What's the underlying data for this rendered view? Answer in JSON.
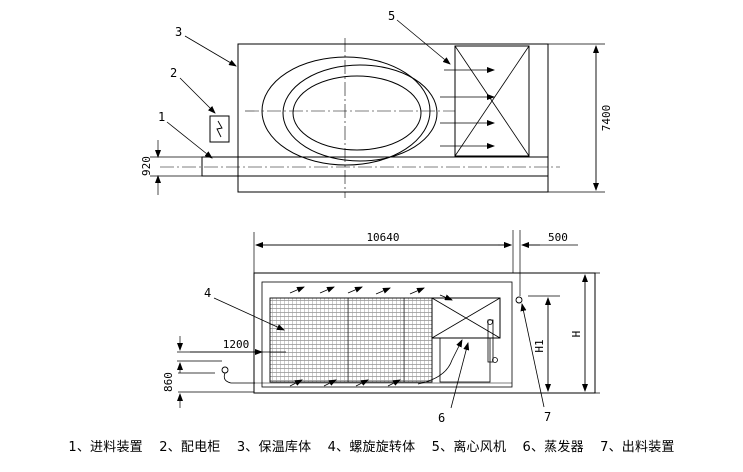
{
  "dimensions": {
    "top_height": "7400",
    "top_conveyor_width": "920",
    "bottom_length": "10640",
    "bottom_right_offset": "500",
    "bottom_inner_width": "1200",
    "bottom_outlet_width": "860",
    "height_h1": "H1",
    "height_h": "H"
  },
  "callouts": {
    "c1": "1",
    "c2": "2",
    "c3": "3",
    "c4": "4",
    "c5": "5",
    "c6": "6",
    "c7": "7"
  },
  "legend": [
    "1、进料装置",
    "2、配电柜",
    "3、保温库体",
    "4、螺旋旋转体",
    "5、离心风机",
    "6、蒸发器",
    "7、出料装置"
  ]
}
